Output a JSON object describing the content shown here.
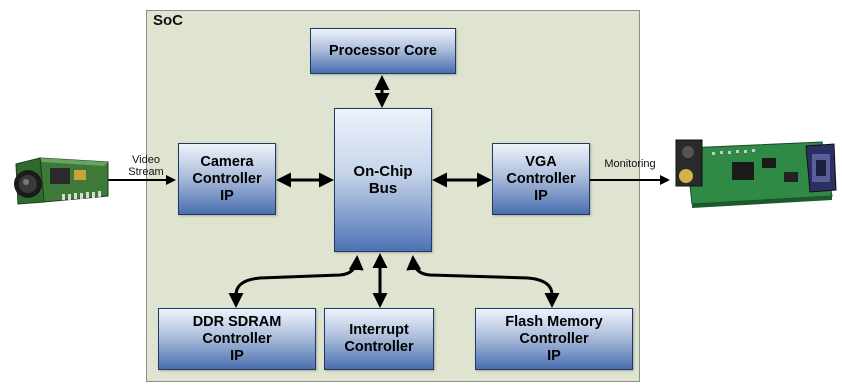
{
  "soc": {
    "title": "SoC"
  },
  "blocks": {
    "processor": "Processor Core",
    "bus": "On-Chip\nBus",
    "camera": "Camera\nController\nIP",
    "vga": "VGA\nController\nIP",
    "ddr": "DDR SDRAM\nController\nIP",
    "interrupt": "Interrupt\nController",
    "flash": "Flash Memory\nController\nIP"
  },
  "labels": {
    "video_stream": "Video\nStream",
    "monitoring": "Monitoring"
  },
  "colors": {
    "soc_bg": "#dfe4d1",
    "block_dark": "#4a6fb0",
    "block_light": "#eef3fb",
    "arrow": "#000000"
  },
  "icons": [
    "camera-module-icon",
    "vga-board-icon"
  ]
}
